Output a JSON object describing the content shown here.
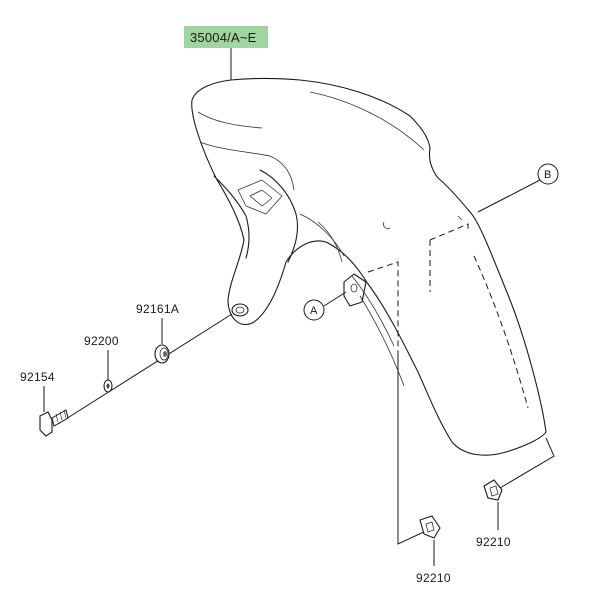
{
  "diagram": {
    "highlight_color": "#9fd59f",
    "main_part": "35004/A~E",
    "callouts": [
      {
        "id": "ref-a",
        "label": "A"
      },
      {
        "id": "ref-b",
        "label": "B"
      }
    ],
    "parts": {
      "p92161a": "92161A",
      "p92200": "92200",
      "p92154": "92154",
      "p92210_right": "92210",
      "p92210_bottom": "92210"
    }
  }
}
